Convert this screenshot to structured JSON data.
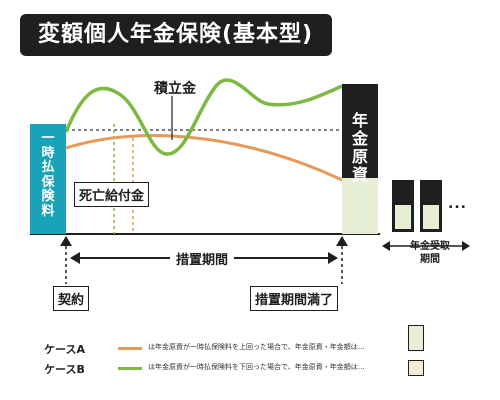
{
  "title": "変額個人年金保険(基本型)",
  "colors": {
    "case_a": "#e59a5a",
    "case_b": "#7cb842",
    "lump_sum_box": "#1aa3b8",
    "dark": "#1f1f1f",
    "pale_green": "#e6efd5",
    "beige": "#f3e9d6"
  },
  "diagram": {
    "lump_sum_label": "一時払保険料",
    "accumulation_label": "積立金",
    "death_benefit_label": "死亡給付金",
    "pension_fund_label": "年金原資",
    "deferral_period_label": "措置期間",
    "contract_label": "契約",
    "deferral_end_label": "措置期間満了",
    "receipt_period_line1": "年金受取",
    "receipt_period_line2": "期間",
    "ellipsis": "..."
  },
  "legend": {
    "case_a_name": "ケースA",
    "case_a_note": "は年金原資が一時払保険料を上回った場合で、年金原資・年金額は…",
    "case_b_name": "ケースB",
    "case_b_note": "は年金原資が一時払保険料を下回った場合で、年金原資・年金額は…"
  }
}
